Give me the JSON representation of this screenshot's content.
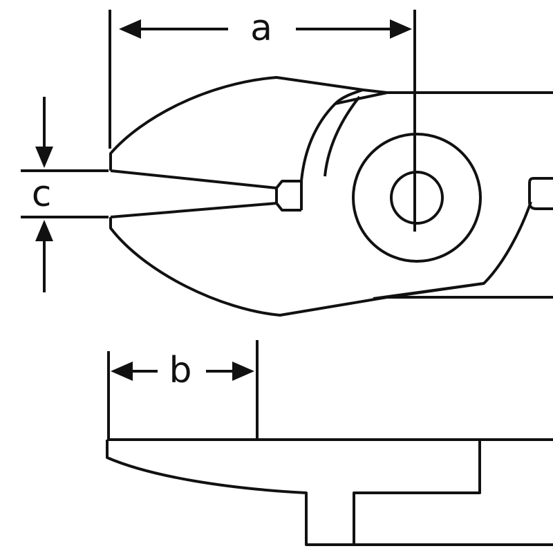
{
  "labels": {
    "a": "a",
    "b": "b",
    "c": "c"
  },
  "colors": {
    "stroke": "#111111",
    "background": "#ffffff"
  }
}
